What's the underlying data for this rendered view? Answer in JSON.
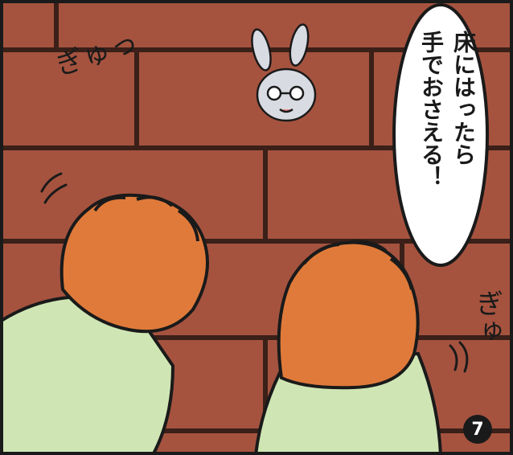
{
  "panel": {
    "sfx_left": "ぎゅっ",
    "sfx_right": "ぎゅ",
    "speech_bubble": "床にはったら\n手でおさえる！",
    "page_number": "7"
  },
  "colors": {
    "wall_brick": "#a5533f",
    "mortar": "#3a2018",
    "paw_orange": "#e07a3a",
    "sleeve_green": "#cfe6b4",
    "bubble_fill": "#ffffff",
    "ink": "#1a1a1a"
  },
  "icons": [
    "rabbit-with-glasses-icon"
  ]
}
